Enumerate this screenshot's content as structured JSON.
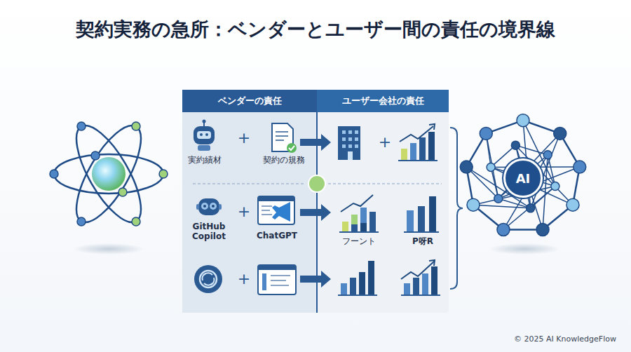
{
  "diagram": {
    "title": "契約実務の急所：ベンダーとユーザー間の責任の境界線",
    "nodes": [
      {
        "text": [
          "ベンダーの責任"
        ]
      },
      {
        "text": [
          "ユーザー会社の責任"
        ]
      },
      {
        "text": [
          "AI"
        ]
      }
    ],
    "labels": [
      "実約績材",
      "+",
      "契約の規務",
      "+",
      "GitHub Copilot",
      "+",
      "ChatGPT",
      "フーント",
      "P呀R",
      "+",
      "© 2025 AI KnowledgeFlow"
    ]
  }
}
